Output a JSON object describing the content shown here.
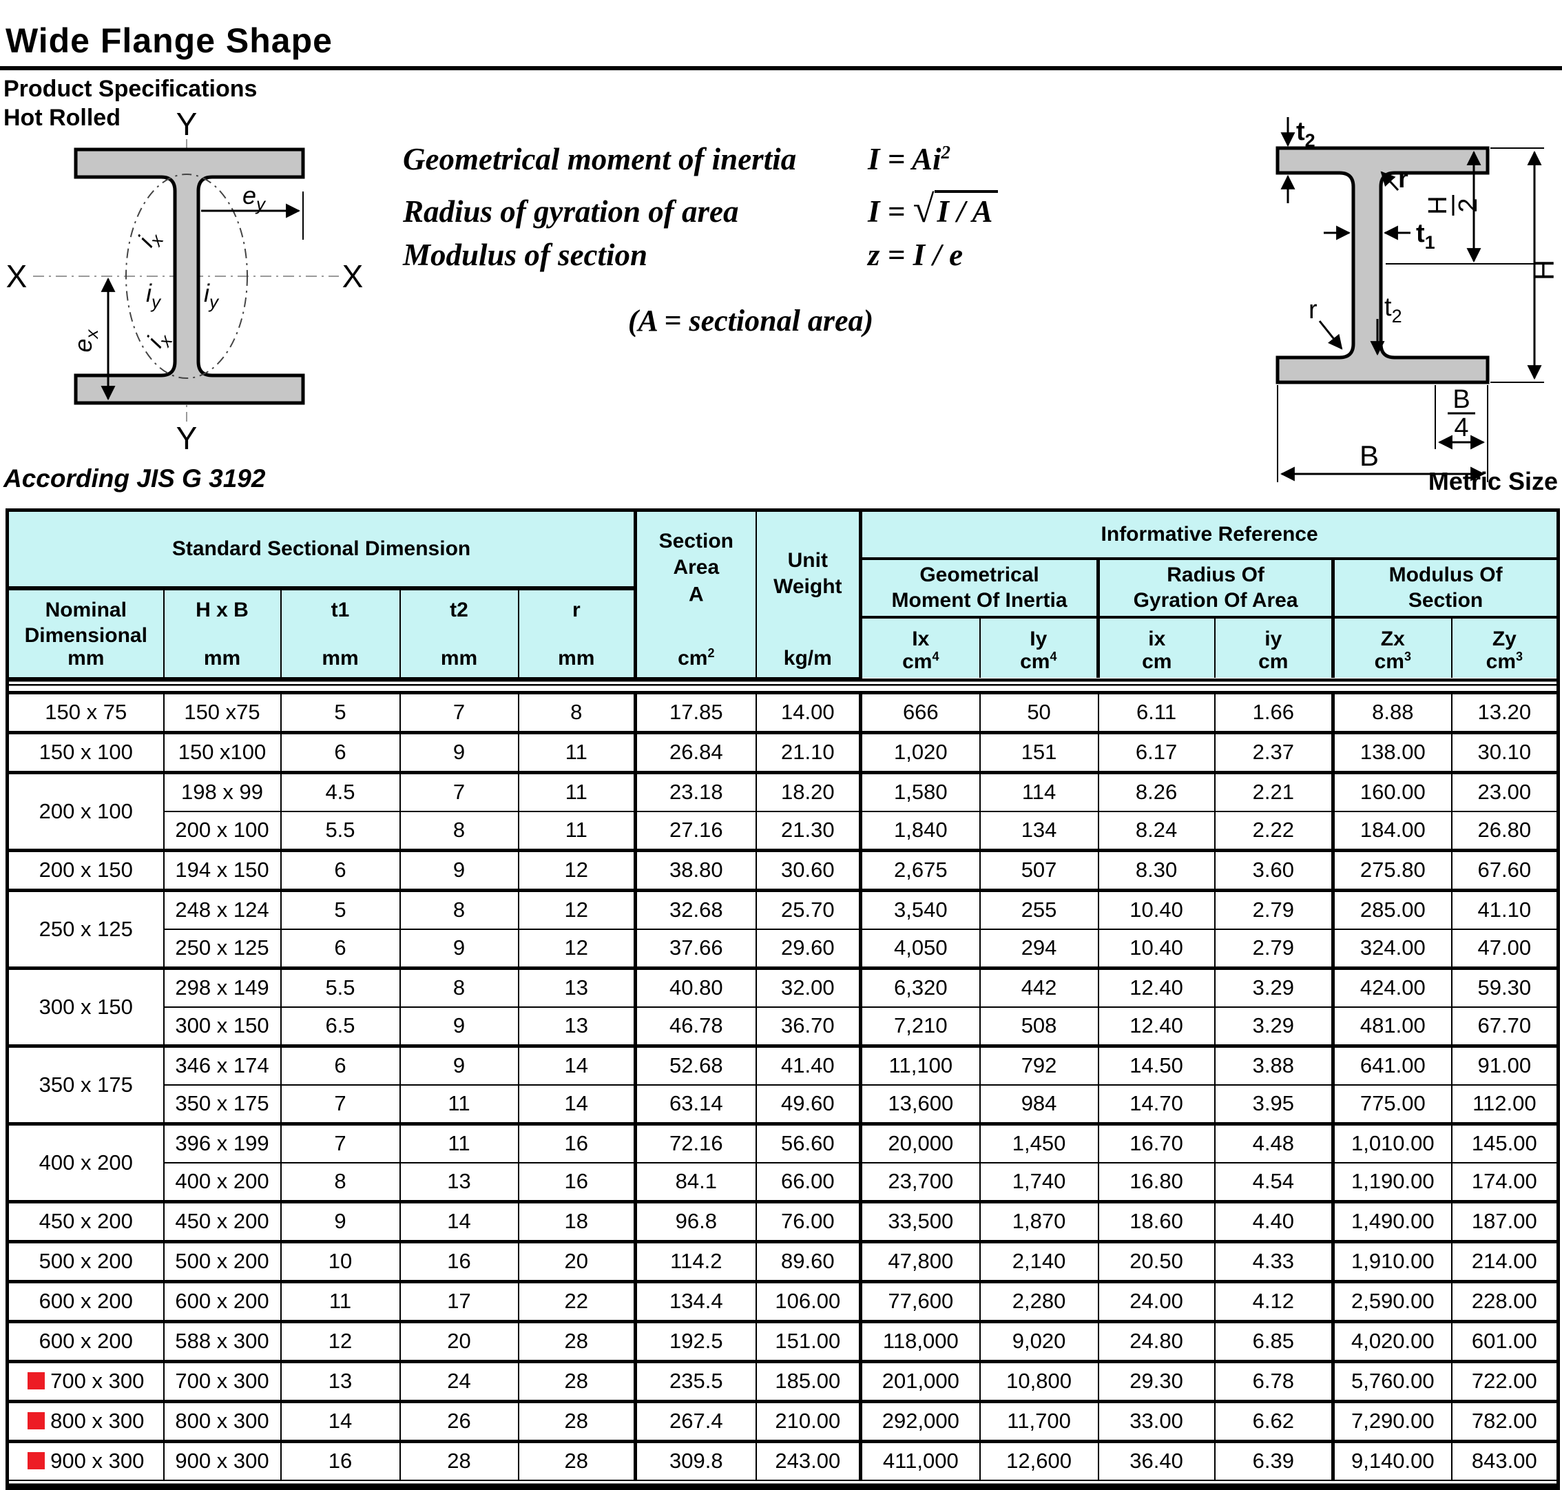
{
  "title": "Wide Flange Shape",
  "subtitle_1": "Product Specifications",
  "subtitle_2": "Hot Rolled",
  "standard_note": "According JIS G 3192",
  "metric_note": "Metric Size",
  "formulas": {
    "f1_label": "Geometrical moment of inertia",
    "f1_main": "I = Ai",
    "f1_sup": "2",
    "f2_label": "Radius of gyration of area",
    "f2_pre": "I = ",
    "f2_rad_sign": "√",
    "f2_rad": "I / A",
    "f3_label": "Modulus of section",
    "f3_main": "z = I / e",
    "note": "(A = sectional area)"
  },
  "diagrams": {
    "left": {
      "axis_v": "Y",
      "axis_h": "X",
      "e_base": "e",
      "ey_sub": "y",
      "ex_sub": "x",
      "i_base": "i",
      "ix_sub": "x",
      "iy_sub": "y"
    },
    "right": {
      "t_base": "t",
      "t1_sub": "1",
      "t2_sub": "2",
      "r_label": "r",
      "h_label": "H",
      "h2_num": "H",
      "h2_den": "2",
      "b_label": "B",
      "b4_num": "B",
      "b4_den": "4"
    }
  },
  "colors": {
    "header_bg": "#c8f4f4",
    "marker_red": "#ed1c24",
    "beam_fill": "#c6c6c6"
  },
  "table": {
    "header": {
      "standard_group": "Standard Sectional Dimension",
      "informative_group": "Informative Reference",
      "nominal_l1": "Nominal",
      "nominal_l2": "Dimensional",
      "hxb_label": "H x B",
      "t1_label": "t1",
      "t2_label": "t2",
      "r_label": "r",
      "unit_mm": "mm",
      "area_l1": "Section",
      "area_l2": "Area",
      "area_sym": "A",
      "area_unit_base": "cm",
      "area_unit_sup": "2",
      "weight_l1": "Unit",
      "weight_l2": "Weight",
      "weight_unit": "kg/m",
      "gmi_l1": "Geometrical",
      "gmi_l2": "Moment Of Inertia",
      "rga_l1": "Radius Of",
      "rga_l2": "Gyration Of Area",
      "mos_l1": "Modulus Of",
      "mos_l2": "Section",
      "Ix_label": "Ix",
      "Iy_label": "Iy",
      "ix_label": "ix",
      "iy_label": "iy",
      "Zx_label": "Zx",
      "Zy_label": "Zy",
      "cm_base": "cm",
      "cm4_sup": "4",
      "cm3_sup": "3"
    },
    "rows": [
      {
        "nominal": "150 x 75",
        "rowspan": 1,
        "marker": false,
        "new_group": true,
        "hxb": "150 x75",
        "t1": "5",
        "t2": "7",
        "r": "8",
        "a": "17.85",
        "w": "14.00",
        "Ix": "666",
        "Iy": "50",
        "ix": "6.11",
        "iy": "1.66",
        "Zx": "8.88",
        "Zy": "13.20"
      },
      {
        "nominal": "150 x 100",
        "rowspan": 1,
        "marker": false,
        "new_group": true,
        "hxb": "150 x100",
        "t1": "6",
        "t2": "9",
        "r": "11",
        "a": "26.84",
        "w": "21.10",
        "Ix": "1,020",
        "Iy": "151",
        "ix": "6.17",
        "iy": "2.37",
        "Zx": "138.00",
        "Zy": "30.10"
      },
      {
        "nominal": "200 x 100",
        "rowspan": 2,
        "marker": false,
        "new_group": true,
        "hxb": "198 x 99",
        "t1": "4.5",
        "t2": "7",
        "r": "11",
        "a": "23.18",
        "w": "18.20",
        "Ix": "1,580",
        "Iy": "114",
        "ix": "8.26",
        "iy": "2.21",
        "Zx": "160.00",
        "Zy": "23.00"
      },
      {
        "nominal": null,
        "rowspan": 1,
        "marker": false,
        "new_group": false,
        "hxb": "200 x 100",
        "t1": "5.5",
        "t2": "8",
        "r": "11",
        "a": "27.16",
        "w": "21.30",
        "Ix": "1,840",
        "Iy": "134",
        "ix": "8.24",
        "iy": "2.22",
        "Zx": "184.00",
        "Zy": "26.80"
      },
      {
        "nominal": "200 x 150",
        "rowspan": 1,
        "marker": false,
        "new_group": true,
        "hxb": "194 x 150",
        "t1": "6",
        "t2": "9",
        "r": "12",
        "a": "38.80",
        "w": "30.60",
        "Ix": "2,675",
        "Iy": "507",
        "ix": "8.30",
        "iy": "3.60",
        "Zx": "275.80",
        "Zy": "67.60"
      },
      {
        "nominal": "250 x 125",
        "rowspan": 2,
        "marker": false,
        "new_group": true,
        "hxb": "248 x 124",
        "t1": "5",
        "t2": "8",
        "r": "12",
        "a": "32.68",
        "w": "25.70",
        "Ix": "3,540",
        "Iy": "255",
        "ix": "10.40",
        "iy": "2.79",
        "Zx": "285.00",
        "Zy": "41.10"
      },
      {
        "nominal": null,
        "rowspan": 1,
        "marker": false,
        "new_group": false,
        "hxb": "250 x 125",
        "t1": "6",
        "t2": "9",
        "r": "12",
        "a": "37.66",
        "w": "29.60",
        "Ix": "4,050",
        "Iy": "294",
        "ix": "10.40",
        "iy": "2.79",
        "Zx": "324.00",
        "Zy": "47.00"
      },
      {
        "nominal": "300 x 150",
        "rowspan": 2,
        "marker": false,
        "new_group": true,
        "hxb": "298 x 149",
        "t1": "5.5",
        "t2": "8",
        "r": "13",
        "a": "40.80",
        "w": "32.00",
        "Ix": "6,320",
        "Iy": "442",
        "ix": "12.40",
        "iy": "3.29",
        "Zx": "424.00",
        "Zy": "59.30"
      },
      {
        "nominal": null,
        "rowspan": 1,
        "marker": false,
        "new_group": false,
        "hxb": "300 x 150",
        "t1": "6.5",
        "t2": "9",
        "r": "13",
        "a": "46.78",
        "w": "36.70",
        "Ix": "7,210",
        "Iy": "508",
        "ix": "12.40",
        "iy": "3.29",
        "Zx": "481.00",
        "Zy": "67.70"
      },
      {
        "nominal": "350 x 175",
        "rowspan": 2,
        "marker": false,
        "new_group": true,
        "hxb": "346 x 174",
        "t1": "6",
        "t2": "9",
        "r": "14",
        "a": "52.68",
        "w": "41.40",
        "Ix": "11,100",
        "Iy": "792",
        "ix": "14.50",
        "iy": "3.88",
        "Zx": "641.00",
        "Zy": "91.00"
      },
      {
        "nominal": null,
        "rowspan": 1,
        "marker": false,
        "new_group": false,
        "hxb": "350 x 175",
        "t1": "7",
        "t2": "11",
        "r": "14",
        "a": "63.14",
        "w": "49.60",
        "Ix": "13,600",
        "Iy": "984",
        "ix": "14.70",
        "iy": "3.95",
        "Zx": "775.00",
        "Zy": "112.00"
      },
      {
        "nominal": "400 x 200",
        "rowspan": 2,
        "marker": false,
        "new_group": true,
        "hxb": "396 x 199",
        "t1": "7",
        "t2": "11",
        "r": "16",
        "a": "72.16",
        "w": "56.60",
        "Ix": "20,000",
        "Iy": "1,450",
        "ix": "16.70",
        "iy": "4.48",
        "Zx": "1,010.00",
        "Zy": "145.00"
      },
      {
        "nominal": null,
        "rowspan": 1,
        "marker": false,
        "new_group": false,
        "hxb": "400 x 200",
        "t1": "8",
        "t2": "13",
        "r": "16",
        "a": "84.1",
        "w": "66.00",
        "Ix": "23,700",
        "Iy": "1,740",
        "ix": "16.80",
        "iy": "4.54",
        "Zx": "1,190.00",
        "Zy": "174.00"
      },
      {
        "nominal": "450 x 200",
        "rowspan": 1,
        "marker": false,
        "new_group": true,
        "hxb": "450 x 200",
        "t1": "9",
        "t2": "14",
        "r": "18",
        "a": "96.8",
        "w": "76.00",
        "Ix": "33,500",
        "Iy": "1,870",
        "ix": "18.60",
        "iy": "4.40",
        "Zx": "1,490.00",
        "Zy": "187.00"
      },
      {
        "nominal": "500 x 200",
        "rowspan": 1,
        "marker": false,
        "new_group": true,
        "hxb": "500 x 200",
        "t1": "10",
        "t2": "16",
        "r": "20",
        "a": "114.2",
        "w": "89.60",
        "Ix": "47,800",
        "Iy": "2,140",
        "ix": "20.50",
        "iy": "4.33",
        "Zx": "1,910.00",
        "Zy": "214.00"
      },
      {
        "nominal": "600 x 200",
        "rowspan": 1,
        "marker": false,
        "new_group": true,
        "hxb": "600 x 200",
        "t1": "11",
        "t2": "17",
        "r": "22",
        "a": "134.4",
        "w": "106.00",
        "Ix": "77,600",
        "Iy": "2,280",
        "ix": "24.00",
        "iy": "4.12",
        "Zx": "2,590.00",
        "Zy": "228.00"
      },
      {
        "nominal": "600 x 200",
        "rowspan": 1,
        "marker": false,
        "new_group": true,
        "hxb": "588 x 300",
        "t1": "12",
        "t2": "20",
        "r": "28",
        "a": "192.5",
        "w": "151.00",
        "Ix": "118,000",
        "Iy": "9,020",
        "ix": "24.80",
        "iy": "6.85",
        "Zx": "4,020.00",
        "Zy": "601.00"
      },
      {
        "nominal": "700 x 300",
        "rowspan": 1,
        "marker": true,
        "new_group": true,
        "hxb": "700 x 300",
        "t1": "13",
        "t2": "24",
        "r": "28",
        "a": "235.5",
        "w": "185.00",
        "Ix": "201,000",
        "Iy": "10,800",
        "ix": "29.30",
        "iy": "6.78",
        "Zx": "5,760.00",
        "Zy": "722.00"
      },
      {
        "nominal": "800 x 300",
        "rowspan": 1,
        "marker": true,
        "new_group": true,
        "hxb": "800 x 300",
        "t1": "14",
        "t2": "26",
        "r": "28",
        "a": "267.4",
        "w": "210.00",
        "Ix": "292,000",
        "Iy": "11,700",
        "ix": "33.00",
        "iy": "6.62",
        "Zx": "7,290.00",
        "Zy": "782.00"
      },
      {
        "nominal": "900 x 300",
        "rowspan": 1,
        "marker": true,
        "new_group": true,
        "hxb": "900 x 300",
        "t1": "16",
        "t2": "28",
        "r": "28",
        "a": "309.8",
        "w": "243.00",
        "Ix": "411,000",
        "Iy": "12,600",
        "ix": "36.40",
        "iy": "6.39",
        "Zx": "9,140.00",
        "Zy": "843.00"
      }
    ]
  }
}
